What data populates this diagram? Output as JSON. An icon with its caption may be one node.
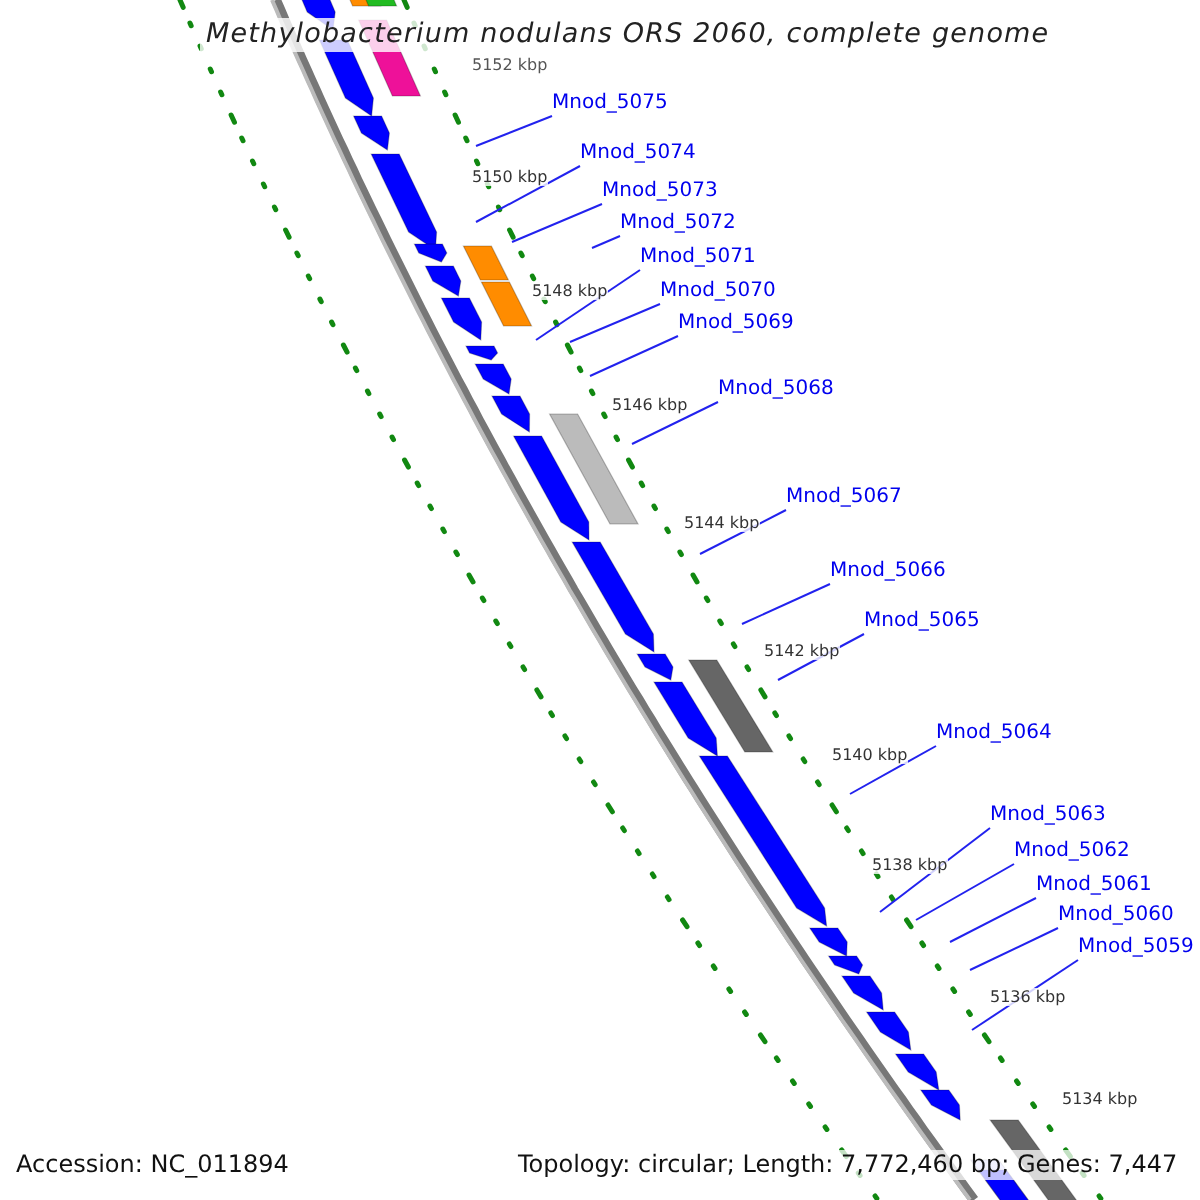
{
  "diagram": {
    "title": "Methylobacterium nodulans ORS 2060, complete genome",
    "nodes": [
      {
        "text": [
          "Mnod_5075"
        ]
      },
      {
        "text": [
          "Mnod_5074"
        ]
      },
      {
        "text": [
          "Mnod_5073"
        ]
      },
      {
        "text": [
          "Mnod_5072"
        ]
      },
      {
        "text": [
          "Mnod_5071"
        ]
      },
      {
        "text": [
          "Mnod_5070"
        ]
      },
      {
        "text": [
          "Mnod_5069"
        ]
      },
      {
        "text": [
          "Mnod_5068"
        ]
      },
      {
        "text": [
          "Mnod_5067"
        ]
      },
      {
        "text": [
          "Mnod_5066"
        ]
      },
      {
        "text": [
          "Mnod_5065"
        ]
      },
      {
        "text": [
          "Mnod_5064"
        ]
      },
      {
        "text": [
          "Mnod_5063"
        ]
      },
      {
        "text": [
          "Mnod_5062"
        ]
      },
      {
        "text": [
          "Mnod_5061"
        ]
      },
      {
        "text": [
          "Mnod_5060"
        ]
      },
      {
        "text": [
          "Mnod_5059"
        ]
      }
    ],
    "edges": [
      {
        "from": 0,
        "to": null,
        "arrow": "none"
      },
      {
        "from": 1,
        "to": null,
        "arrow": "none"
      },
      {
        "from": 2,
        "to": null,
        "arrow": "none"
      },
      {
        "from": 3,
        "to": null,
        "arrow": "none"
      },
      {
        "from": 4,
        "to": null,
        "arrow": "none"
      },
      {
        "from": 5,
        "to": null,
        "arrow": "none"
      },
      {
        "from": 6,
        "to": null,
        "arrow": "none"
      },
      {
        "from": 7,
        "to": null,
        "arrow": "none"
      },
      {
        "from": 8,
        "to": null,
        "arrow": "none"
      },
      {
        "from": 9,
        "to": null,
        "arrow": "none"
      },
      {
        "from": 10,
        "to": null,
        "arrow": "none"
      },
      {
        "from": 11,
        "to": null,
        "arrow": "none"
      },
      {
        "from": 12,
        "to": null,
        "arrow": "none"
      },
      {
        "from": 13,
        "to": null,
        "arrow": "none"
      },
      {
        "from": 14,
        "to": null,
        "arrow": "none"
      },
      {
        "from": 15,
        "to": null,
        "arrow": "none"
      },
      {
        "from": 16,
        "to": null,
        "arrow": "none"
      }
    ],
    "labels": [
      "5152 kbp",
      "5150 kbp",
      "5148 kbp",
      "5146 kbp",
      "5144 kbp",
      "5142 kbp",
      "5140 kbp",
      "5138 kbp",
      "5136 kbp",
      "5134 kbp",
      "Accession: NC_011894",
      "Topology: circular; Length: 7,772,460 bp; Genes: 7,447"
    ]
  }
}
